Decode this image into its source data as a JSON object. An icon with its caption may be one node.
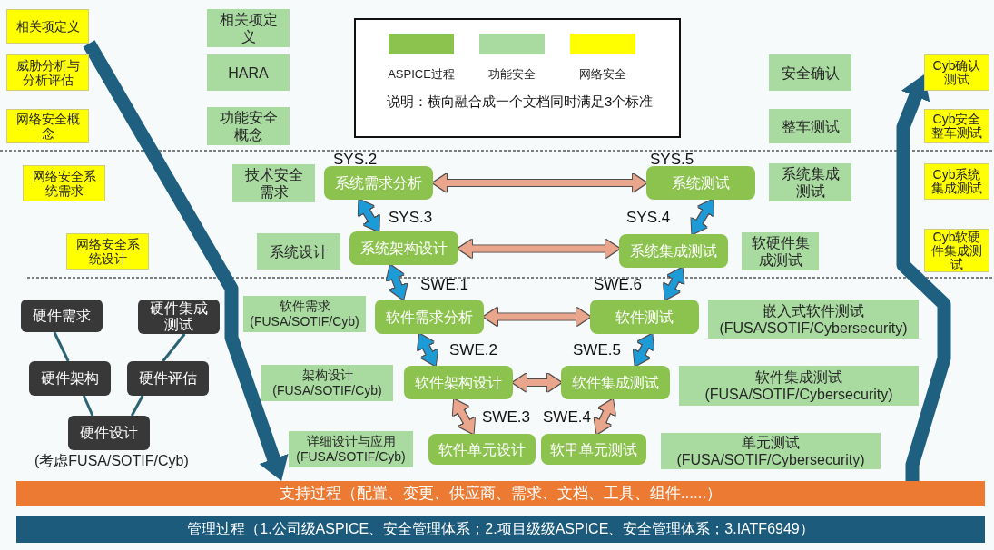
{
  "diagram": {
    "nodes": [
      {
        "text": [
          "相关项定义"
        ]
      },
      {
        "text": [
          "相关项定义"
        ]
      },
      {
        "text": [
          "威胁分析与分析评估"
        ]
      },
      {
        "text": [
          "HARA"
        ]
      },
      {
        "text": [
          "安全确认"
        ]
      },
      {
        "text": [
          "Cyb确认测试"
        ]
      },
      {
        "text": [
          "网络安全概念"
        ]
      },
      {
        "text": [
          "功能安全概念"
        ]
      },
      {
        "text": [
          "整车测试"
        ]
      },
      {
        "text": [
          "Cyb安全整车测试"
        ]
      },
      {
        "text": [
          "网络安全系统需求"
        ]
      },
      {
        "text": [
          "技术安全需求"
        ]
      },
      {
        "text": [
          "系统需求分析"
        ],
        "beside": [
          "SYS.2"
        ]
      },
      {
        "text": [
          "系统测试"
        ],
        "beside": [
          "SYS.5"
        ]
      },
      {
        "text": [
          "系统集成测试"
        ]
      },
      {
        "text": [
          "Cyb系统集成测试"
        ]
      },
      {
        "text": [
          "网络安全系统设计"
        ]
      },
      {
        "text": [
          "系统设计"
        ]
      },
      {
        "text": [
          "系统架构设计"
        ],
        "beside": [
          "SYS.3"
        ]
      },
      {
        "text": [
          "系统集成测试"
        ],
        "beside": [
          "SYS.4"
        ]
      },
      {
        "text": [
          "软硬件集成测试"
        ]
      },
      {
        "text": [
          "Cyb软硬件集成测试"
        ]
      },
      {
        "text": [
          "硬件需求"
        ]
      },
      {
        "text": [
          "硬件集成测试"
        ]
      },
      {
        "text": [
          "软件需求",
          "(FUSA/SOTIF/Cyb)"
        ]
      },
      {
        "text": [
          "软件需求分析"
        ],
        "beside": [
          "SWE.1"
        ]
      },
      {
        "text": [
          "软件测试"
        ],
        "beside": [
          "SWE.6"
        ]
      },
      {
        "text": [
          "嵌入式软件测试",
          "(FUSA/SOTIF/Cybersecurity)"
        ]
      },
      {
        "text": [
          "硬件架构"
        ]
      },
      {
        "text": [
          "硬件评估"
        ]
      },
      {
        "text": [
          "架构设计",
          "(FUSA/SOTIF/Cyb)"
        ]
      },
      {
        "text": [
          "软件架构设计"
        ],
        "beside": [
          "SWE.2"
        ]
      },
      {
        "text": [
          "软件集成测试"
        ],
        "beside": [
          "SWE.5"
        ]
      },
      {
        "text": [
          "软件集成测试",
          "(FUSA/SOTIF/Cybersecurity)"
        ]
      },
      {
        "text": [
          "硬件设计"
        ],
        "beside": [
          "(考虑FUSA/SOTIF/Cyb)"
        ]
      },
      {
        "text": [
          "详细设计与应用",
          "(FUSA/SOTIF/Cyb)"
        ]
      },
      {
        "text": [
          "软件单元设计"
        ],
        "beside": [
          "SWE.3"
        ]
      },
      {
        "text": [
          "软甲单元测试"
        ],
        "beside": [
          "SWE.4"
        ]
      },
      {
        "text": [
          "单元测试",
          "(FUSA/SOTIF/Cybersecurity)"
        ]
      },
      {
        "text": [
          "支持过程（配置、变更、供应商、需求、文档、工具、组件......）"
        ]
      },
      {
        "text": [
          "管理过程（1.公司级ASPICE、安全管理体系；2.项目级级ASPICE、安全管理体系；3.IATF6949）"
        ]
      }
    ],
    "edges": [
      {
        "from": 12,
        "to": 13,
        "arrow": "both",
        "color": "#e9a68c"
      },
      {
        "from": 12,
        "to": 18,
        "arrow": "both",
        "color": "#1d9bd7"
      },
      {
        "from": 13,
        "to": 19,
        "arrow": "both",
        "color": "#1d9bd7"
      },
      {
        "from": 18,
        "to": 19,
        "arrow": "both",
        "color": "#e9a68c"
      },
      {
        "from": 18,
        "to": 25,
        "arrow": "both",
        "color": "#1d9bd7"
      },
      {
        "from": 19,
        "to": 26,
        "arrow": "both",
        "color": "#1d9bd7"
      },
      {
        "from": 25,
        "to": 26,
        "arrow": "both",
        "color": "#e9a68c"
      },
      {
        "from": 25,
        "to": 31,
        "arrow": "both",
        "color": "#1d9bd7"
      },
      {
        "from": 26,
        "to": 32,
        "arrow": "both",
        "color": "#1d9bd7"
      },
      {
        "from": 31,
        "to": 32,
        "arrow": "both",
        "color": "#e9a68c"
      },
      {
        "from": 31,
        "to": 36,
        "arrow": "both",
        "color": "#e9a68c"
      },
      {
        "from": 32,
        "to": 37,
        "arrow": "both",
        "color": "#e9a68c"
      },
      {
        "from": 22,
        "to": 28,
        "arrow": "none",
        "color": "#2a6473"
      },
      {
        "from": 28,
        "to": 34,
        "arrow": "none",
        "color": "#2a6473"
      },
      {
        "from": 34,
        "to": 29,
        "arrow": "none",
        "color": "#2a6473"
      },
      {
        "from": 29,
        "to": 23,
        "arrow": "none",
        "color": "#2a6473"
      },
      {
        "from": 0,
        "to": 39,
        "arrow": "to",
        "style": "thick",
        "color": "#1f5f80"
      },
      {
        "from": 39,
        "to": 5,
        "arrow": "to",
        "style": "thick",
        "color": "#1f5f80"
      }
    ],
    "labels": [
      "说明：横向融合成一个文档同时满足3个标准"
    ],
    "legend": [
      {
        "text": "ASPICE过程",
        "color": "#8cc34e"
      },
      {
        "text": "功能安全",
        "color": "#a9dba1"
      },
      {
        "text": "网络安全",
        "color": "#ffff00"
      }
    ]
  }
}
